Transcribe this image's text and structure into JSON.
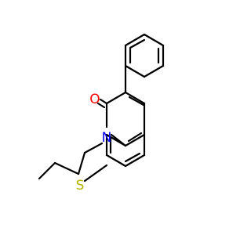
{
  "molecule": {
    "atoms": [
      {
        "element": "O",
        "label": "O",
        "color": "#ff0000"
      },
      {
        "element": "N",
        "label": "N",
        "color": "#0000ff"
      },
      {
        "element": "S",
        "label": "S",
        "color": "#b2b200"
      }
    ],
    "bond_color": "#000000",
    "background": "#ffffff"
  }
}
